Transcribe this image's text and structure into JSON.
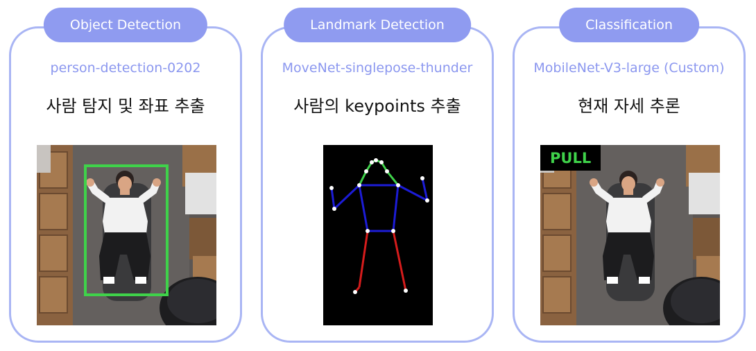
{
  "panels": [
    {
      "title": "Object Detection",
      "model": "person-detection-0202",
      "description": "사람 탐지 및 좌표 추출"
    },
    {
      "title": "Landmark Detection",
      "model": "MoveNet-singlepose-thunder",
      "description": "사람의 keypoints 추출"
    },
    {
      "title": "Classification",
      "model": "MobileNet-V3-large (Custom)",
      "description": "현재 자세 추론",
      "prediction_label": "PULL"
    }
  ],
  "colors": {
    "card_border": "#a9b5f4",
    "pill_background": "#8f9bf0",
    "model_text": "#8b97ef",
    "bbox": "#3fd24a",
    "skeleton_head": "#3fd24a",
    "skeleton_torso": "#1c1cd6",
    "skeleton_legs": "#d61c1c"
  }
}
